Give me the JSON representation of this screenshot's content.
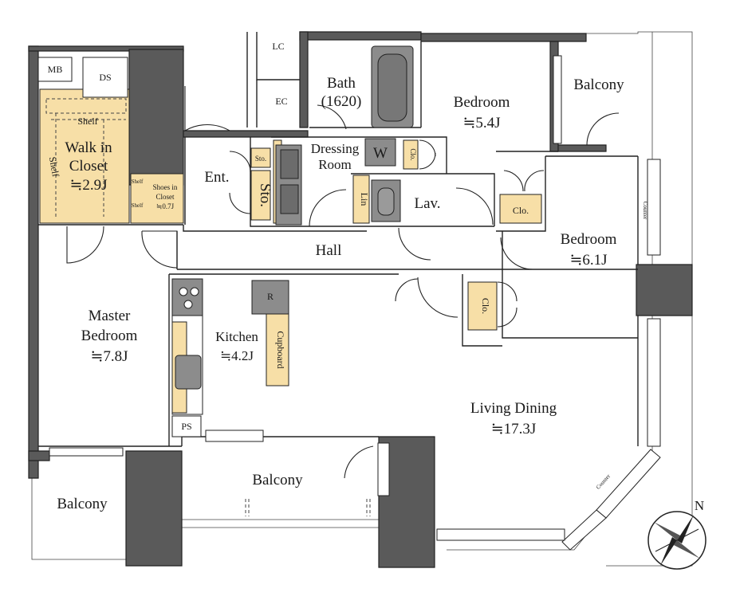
{
  "rooms": {
    "master_bedroom": {
      "name_line1": "Master",
      "name_line2": "Bedroom",
      "area": "≒7.8J"
    },
    "walk_in_closet": {
      "name_line1": "Walk in",
      "name_line2": "Closet",
      "area": "≒2.9J",
      "shelf_top": "Shelf",
      "shelf_side": "Shelf"
    },
    "shoes_closet": {
      "shelf_a": "Shelf",
      "shelf_b": "Shelf",
      "name_line1": "Shoes in",
      "name_line2": "Closet",
      "area": "≒0.7J"
    },
    "entrance": {
      "name": "Ent."
    },
    "bath": {
      "name": "Bath",
      "size": "(1620)"
    },
    "dressing_room": {
      "name_line1": "Dressing",
      "name_line2": "Room",
      "washer": "W"
    },
    "bedroom_north": {
      "name": "Bedroom",
      "area": "≒5.4J"
    },
    "bedroom_east": {
      "name": "Bedroom",
      "area": "≒6.1J"
    },
    "hall": {
      "name": "Hall"
    },
    "kitchen": {
      "name": "Kitchen",
      "area": "≒4.2J",
      "fridge": "R",
      "cupboard": "Cupboard"
    },
    "living_dining": {
      "name": "Living Dining",
      "area": "≒17.3J"
    },
    "lavatory": {
      "name": "Lav."
    }
  },
  "storage": {
    "sto_small": "Sto.",
    "sto_large": "Sto.",
    "linen": "Lin",
    "closet_dressing": "Clo.",
    "closet_bedroom_north": "Clo.",
    "closet_bedroom_east": "Clo."
  },
  "utilities": {
    "mb": "MB",
    "ds": "DS",
    "lc": "LC",
    "ec": "EC",
    "ps": "PS"
  },
  "balconies": {
    "north_east": "Balcony",
    "south": "Balcony",
    "south_west": "Balcony"
  },
  "counters": {
    "label_a": "Counter",
    "label_b": "Counter"
  },
  "compass": {
    "label": "N"
  }
}
